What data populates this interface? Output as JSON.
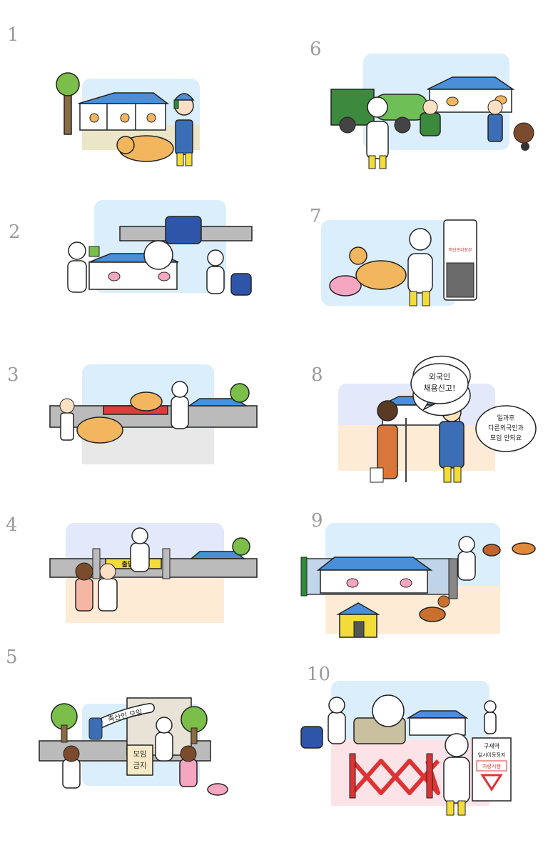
{
  "panels": [
    {
      "number": "1"
    },
    {
      "number": "2"
    },
    {
      "number": "3"
    },
    {
      "number": "4",
      "gate_sign": "출입금지"
    },
    {
      "number": "5",
      "banner": "축산인 모임",
      "sign_line1": "모임",
      "sign_line2": "금지"
    },
    {
      "number": "6"
    },
    {
      "number": "7",
      "fridge_label": "백신관리장부"
    },
    {
      "number": "8",
      "bubble1_line1": "외국인",
      "bubble1_line2": "채용신고!",
      "bubble2_line1": "일과후",
      "bubble2_line2": "다른외국인과",
      "bubble2_line3": "모임 안되요"
    },
    {
      "number": "9"
    },
    {
      "number": "10",
      "sign_line1": "구제역",
      "sign_line2": "일시이동정지",
      "sign_line3": "차량시행"
    }
  ],
  "colors": {
    "sky": "#dbeefc",
    "peach": "#fdebd6",
    "pink": "#fbe3e8",
    "cattle": "#f2b65e",
    "pig": "#f6a6c1",
    "roof": "#4a8fd8",
    "suit": "#ffffff",
    "boot": "#f3dc3a",
    "overall": "#3b6eb5"
  }
}
